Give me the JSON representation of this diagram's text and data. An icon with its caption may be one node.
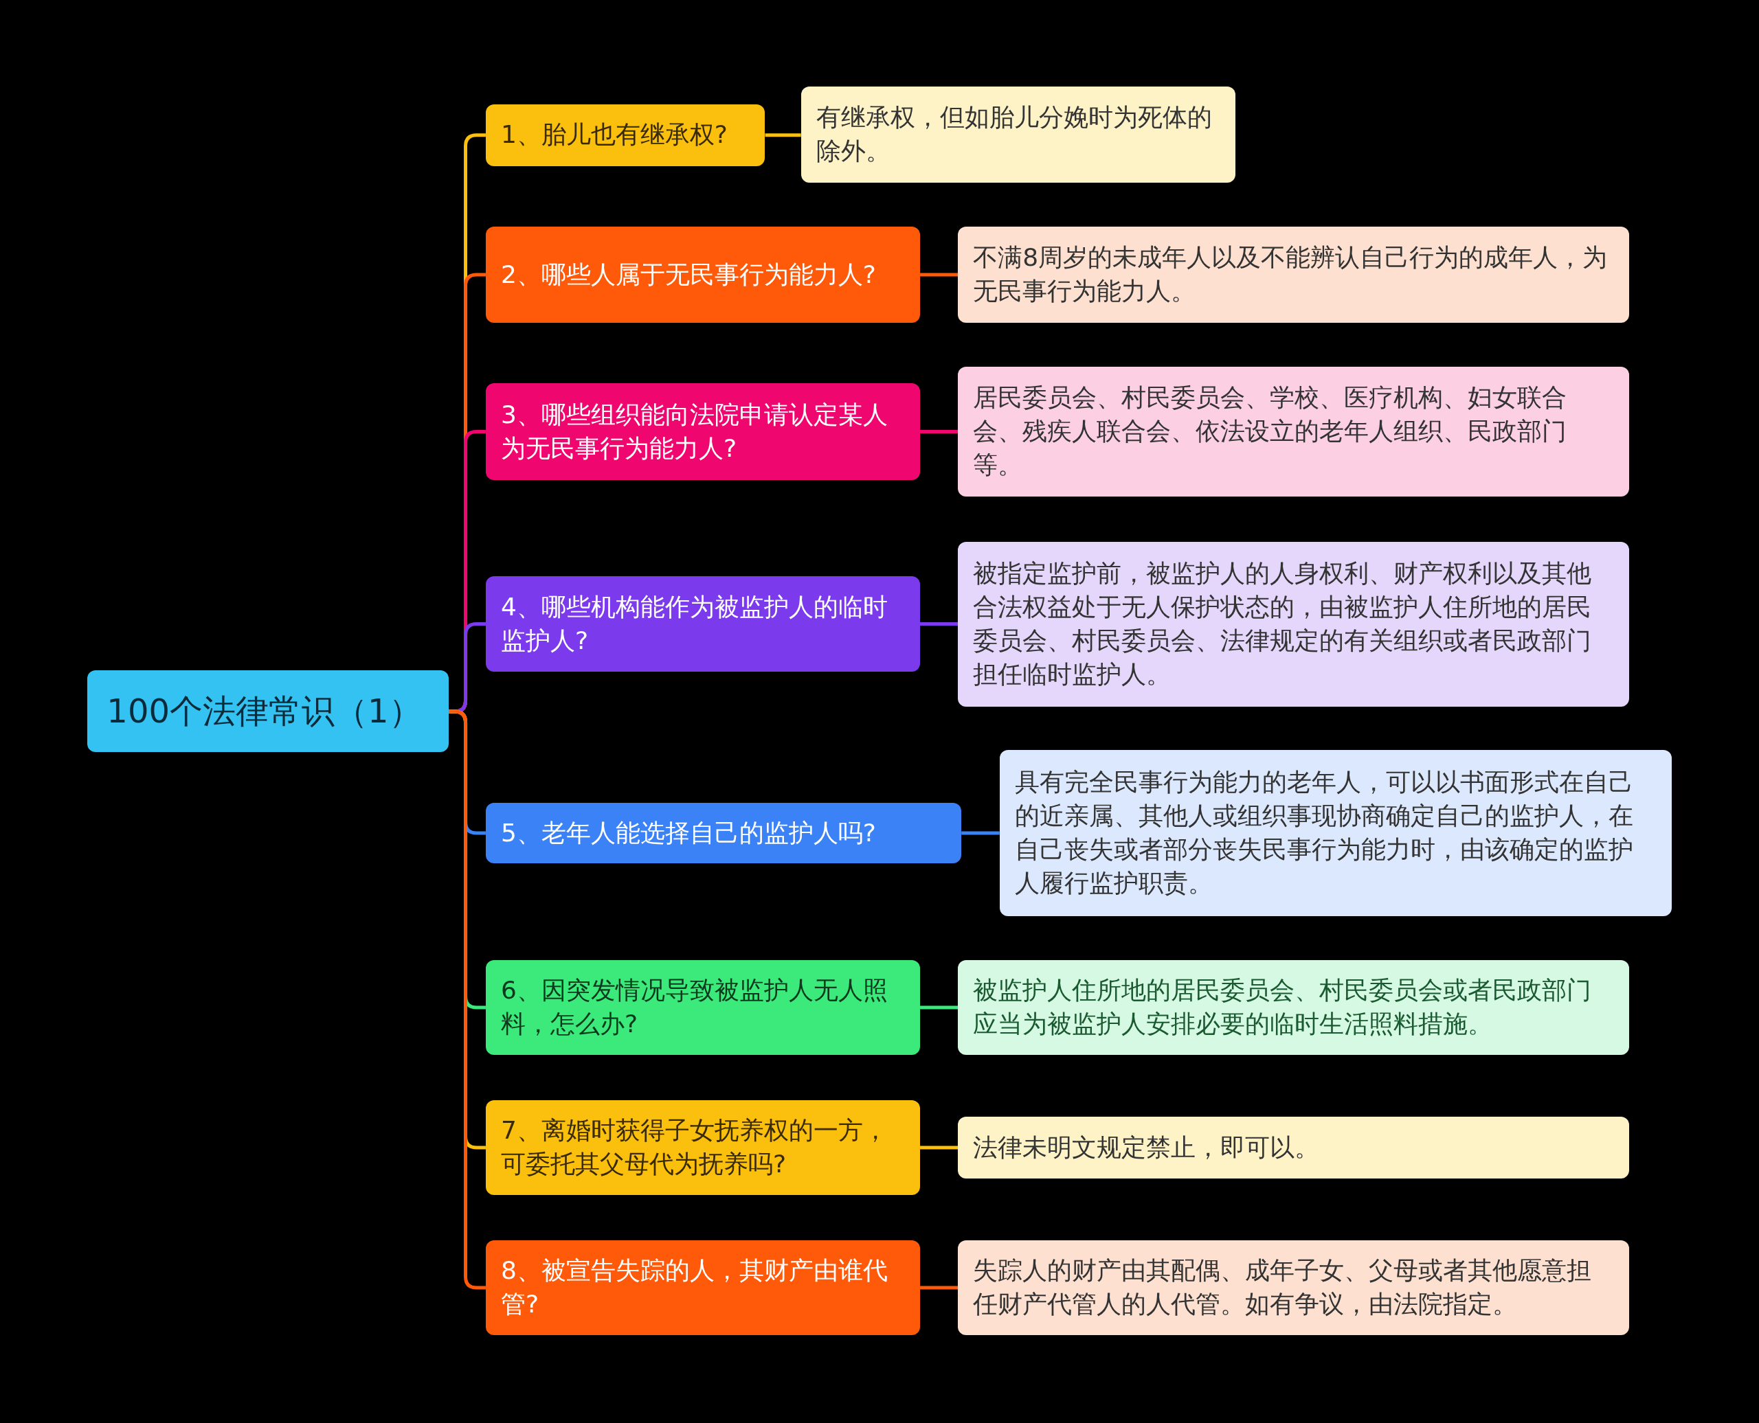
{
  "diagram": {
    "nodes": [
      {
        "text": [
          "100个法律常识（1）"
        ]
      },
      {
        "text": [
          "1、胎儿也有继承权?"
        ]
      },
      {
        "text": [
          "有继承权，但如胎儿分娩时为死体的除外。"
        ]
      },
      {
        "text": [
          "2、哪些人属于无民事行为能力人?"
        ]
      },
      {
        "text": [
          "不满8周岁的未成年人以及不能辨认自己行为的成年人，为无民事行为能力人。"
        ]
      },
      {
        "text": [
          "3、哪些组织能向法院申请认定某人为无民事行为能力人?"
        ]
      },
      {
        "text": [
          "居民委员会、村民委员会、学校、医疗机构、妇女联合会、残疾人联合会、依法设立的老年人组织、民政部门等。"
        ]
      },
      {
        "text": [
          "4、哪些机构能作为被监护人的临时监护人?"
        ]
      },
      {
        "text": [
          "被指定监护前，被监护人的人身权利、财产权利以及其他合法权益处于无人保护状态的，由被监护人住所地的居民委员会、村民委员会、法律规定的有关组织或者民政部门担任临时监护人。"
        ]
      },
      {
        "text": [
          "5、老年人能选择自己的监护人吗?"
        ]
      },
      {
        "text": [
          "具有完全民事行为能力的老年人，可以以书面形式在自己的近亲属、其他人或组织事现协商确定自己的监护人，在自己丧失或者部分丧失民事行为能力时，由该确定的监护人履行监护职责。"
        ]
      },
      {
        "text": [
          "6、因突发情况导致被监护人无人照料，怎么办?"
        ]
      },
      {
        "text": [
          "被监护人住所地的居民委员会、村民委员会或者民政部门应当为被监护人安排必要的临时生活照料措施。"
        ]
      },
      {
        "text": [
          "7、离婚时获得子女抚养权的一方，可委托其父母代为抚养吗?"
        ]
      },
      {
        "text": [
          "法律未明文规定禁止，即可以。"
        ]
      },
      {
        "text": [
          "8、被宣告失踪的人，其财产由谁代管?"
        ]
      },
      {
        "text": [
          "失踪人的财产由其配偶、成年子女、父母或者其他愿意担任财产代管人的人代管。如有争议，由法院指定。"
        ]
      }
    ],
    "edges": [
      {
        "from": 0,
        "to": 1,
        "arrow": "none",
        "color": "#fbbf0e"
      },
      {
        "from": 1,
        "to": 2,
        "arrow": "none",
        "color": "#fbbf0e"
      },
      {
        "from": 0,
        "to": 3,
        "arrow": "none",
        "color": "#fe5a0a"
      },
      {
        "from": 3,
        "to": 4,
        "arrow": "none",
        "color": "#fe5a0a"
      },
      {
        "from": 0,
        "to": 5,
        "arrow": "none",
        "color": "#f0066f"
      },
      {
        "from": 5,
        "to": 6,
        "arrow": "none",
        "color": "#f0066f"
      },
      {
        "from": 0,
        "to": 7,
        "arrow": "none",
        "color": "#7c3aed"
      },
      {
        "from": 7,
        "to": 8,
        "arrow": "none",
        "color": "#7c3aed"
      },
      {
        "from": 0,
        "to": 9,
        "arrow": "none",
        "color": "#3b82f6"
      },
      {
        "from": 9,
        "to": 10,
        "arrow": "none",
        "color": "#3b82f6"
      },
      {
        "from": 0,
        "to": 11,
        "arrow": "none",
        "color": "#3ce97b"
      },
      {
        "from": 11,
        "to": 12,
        "arrow": "none",
        "color": "#3ce97b"
      },
      {
        "from": 0,
        "to": 13,
        "arrow": "none",
        "color": "#fbbf0e"
      },
      {
        "from": 13,
        "to": 14,
        "arrow": "none",
        "color": "#fbbf0e"
      },
      {
        "from": 0,
        "to": 15,
        "arrow": "none",
        "color": "#fe5a0a"
      },
      {
        "from": 15,
        "to": 16,
        "arrow": "none",
        "color": "#fe5a0a"
      }
    ]
  }
}
